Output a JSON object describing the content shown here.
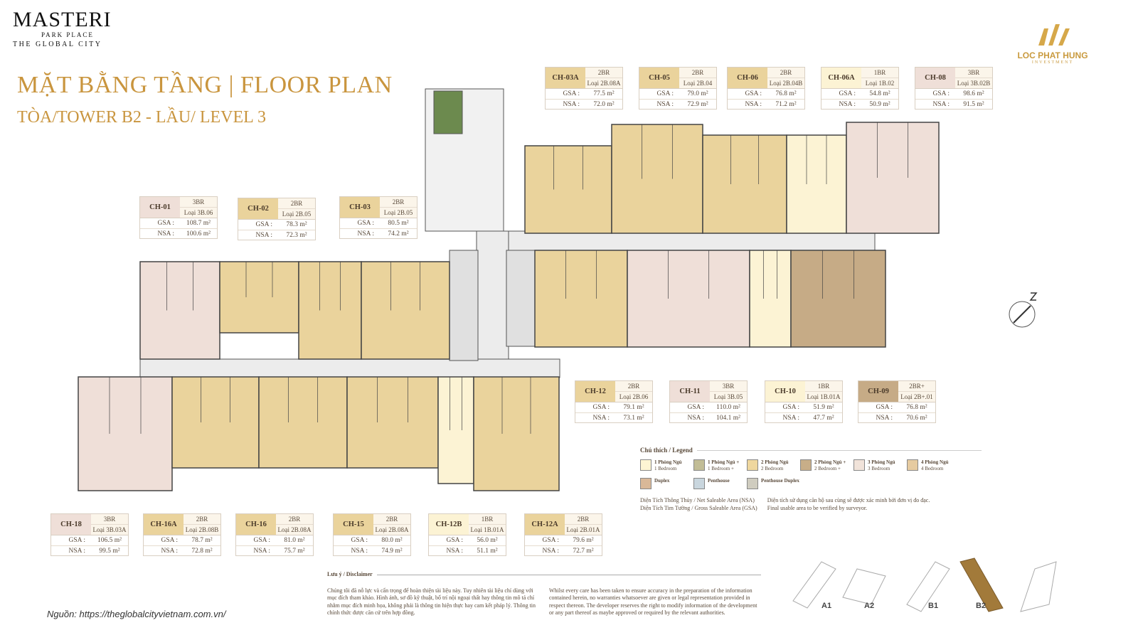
{
  "brand": {
    "name": "MASTERI",
    "sub": "PARK PLACE",
    "city": "THE GLOBAL CITY",
    "partner": "LOC PHAT HUNG",
    "partner_sub": "INVESTMENT"
  },
  "title": {
    "main": "MẶT BẰNG TẦNG | FLOOR PLAN",
    "sub": "TÒA/TOWER B2 - LẦU/ LEVEL 3"
  },
  "unit_colors": {
    "1BR": "#fcf3d4",
    "2BR": "#ead39c",
    "3BR": "#efdfd8",
    "2BR+": "#c6ab86"
  },
  "units": [
    {
      "code": "CH-03A",
      "type": "2BR",
      "model": "Loại 2B.08A",
      "gsa": "77.5 m²",
      "nsa": "72.0 m²"
    },
    {
      "code": "CH-05",
      "type": "2BR",
      "model": "Loại 2B.04",
      "gsa": "79.0 m²",
      "nsa": "72.9 m²"
    },
    {
      "code": "CH-06",
      "type": "2BR",
      "model": "Loại 2B.04B",
      "gsa": "76.8 m²",
      "nsa": "71.2 m²"
    },
    {
      "code": "CH-06A",
      "type": "1BR",
      "model": "Loại 1B.02",
      "gsa": "54.8 m²",
      "nsa": "50.9 m²"
    },
    {
      "code": "CH-08",
      "type": "3BR",
      "model": "Loại 3B.02B",
      "gsa": "98.6 m²",
      "nsa": "91.5 m²"
    },
    {
      "code": "CH-01",
      "type": "3BR",
      "model": "Loại 3B.06",
      "gsa": "108.7 m²",
      "nsa": "100.6 m²"
    },
    {
      "code": "CH-02",
      "type": "2BR",
      "model": "Loại 2B.05",
      "gsa": "78.3 m²",
      "nsa": "72.3 m²"
    },
    {
      "code": "CH-03",
      "type": "2BR",
      "model": "Loại 2B.05",
      "gsa": "80.5 m²",
      "nsa": "74.2 m²"
    },
    {
      "code": "CH-12",
      "type": "2BR",
      "model": "Loại 2B.06",
      "gsa": "79.1 m²",
      "nsa": "73.1 m²"
    },
    {
      "code": "CH-11",
      "type": "3BR",
      "model": "Loại 3B.05",
      "gsa": "110.0 m²",
      "nsa": "104.1 m²"
    },
    {
      "code": "CH-10",
      "type": "1BR",
      "model": "Loại 1B.01A",
      "gsa": "51.9 m²",
      "nsa": "47.7 m²"
    },
    {
      "code": "CH-09",
      "type": "2BR+",
      "model": "Loại 2B+.01",
      "gsa": "76.8 m²",
      "nsa": "70.6 m²"
    },
    {
      "code": "CH-18",
      "type": "3BR",
      "model": "Loại 3B.03A",
      "gsa": "106.5 m²",
      "nsa": "99.5 m²"
    },
    {
      "code": "CH-16A",
      "type": "2BR",
      "model": "Loại 2B.08B",
      "gsa": "78.7 m²",
      "nsa": "72.8 m²"
    },
    {
      "code": "CH-16",
      "type": "2BR",
      "model": "Loại 2B.08A",
      "gsa": "81.0 m²",
      "nsa": "75.7 m²"
    },
    {
      "code": "CH-15",
      "type": "2BR",
      "model": "Loại 2B.08A",
      "gsa": "80.0 m²",
      "nsa": "74.9 m²"
    },
    {
      "code": "CH-12B",
      "type": "1BR",
      "model": "Loại 1B.01A",
      "gsa": "56.0 m²",
      "nsa": "51.1 m²"
    },
    {
      "code": "CH-12A",
      "type": "2BR",
      "model": "Loại 2B.01A",
      "gsa": "79.6 m²",
      "nsa": "72.7 m²"
    }
  ],
  "labels": {
    "gsa": "GSA :",
    "nsa": "NSA :"
  },
  "legend": {
    "title": "Chú thích / Legend",
    "items": [
      {
        "vi": "1 Phòng Ngủ",
        "en": "1 Bedroom",
        "color": "#fdf5d3"
      },
      {
        "vi": "1 Phòng Ngủ +",
        "en": "1 Bedroom +",
        "color": "#c2bd96"
      },
      {
        "vi": "2 Phòng Ngủ",
        "en": "2 Bedroom",
        "color": "#efd79e"
      },
      {
        "vi": "2 Phòng Ngủ +",
        "en": "2 Bedroom +",
        "color": "#c8ae88"
      },
      {
        "vi": "3 Phòng Ngủ",
        "en": "3 Bedroom",
        "color": "#f1e3da"
      },
      {
        "vi": "4 Phòng Ngủ",
        "en": "4 Bedroom",
        "color": "#e6cba0"
      },
      {
        "vi": "Duplex",
        "en": "",
        "color": "#d9b898"
      },
      {
        "vi": "Penthouse",
        "en": "",
        "color": "#c9d6de"
      },
      {
        "vi": "Penthouse Duplex",
        "en": "",
        "color": "#cfccbf"
      }
    ],
    "nsa_note": "Diện Tích Thông Thủy / Net Saleable Area (NSA)",
    "gsa_note": "Diện Tích Tim Tường / Gross Saleable Area (GSA)",
    "verify_vi": "Diện tích sử dụng căn hộ sau cùng sẽ được xác minh bởi đơn vị đo đạc.",
    "verify_en": "Final usable area to be verified by surveyor."
  },
  "disclaimer": {
    "title": "Lưu ý / Disclaimer",
    "vi": "Chúng tôi đã nỗ lực và cẩn trọng để hoàn thiện tài liệu này. Tuy nhiên tài liệu chỉ dùng với mục đích tham khảo. Hình ảnh, sơ đồ kỹ thuật, bố trí nội ngoại thất hay thông tin mô tả chỉ nhằm mục đích minh họa, không phải là thông tin hiện thực hay cam kết pháp lý. Thông tin chính thức được căn cứ trên hợp đồng.",
    "en": "Whilst every care has been taken to ensure accuracy in the preparation of the information contained herein, no warranties whatsoever are given or legal representation provided in respect thereon. The developer reserves the right to modify information of the development or any part thereof as maybe approved or required by the relevant authorities."
  },
  "keyplan": {
    "towers": [
      "A1",
      "A2",
      "B1",
      "B2"
    ],
    "active": "B2"
  },
  "source": "Nguồn: https://theglobalcityvietnam.com.vn/"
}
